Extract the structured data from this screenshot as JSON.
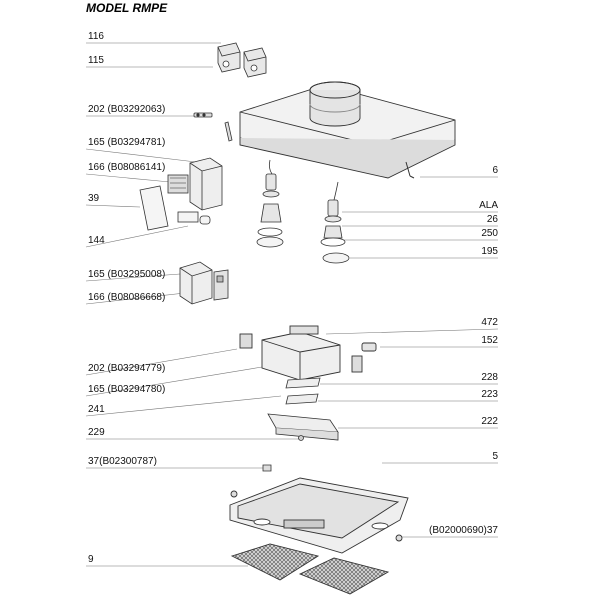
{
  "title": "MODEL RMPE",
  "callouts": {
    "c116": "116",
    "c115": "115",
    "c202a": "202 (B03292063)",
    "c165a": "165 (B03294781)",
    "c166a": "166 (B08086141)",
    "c39": "39",
    "c144": "144",
    "c165b": "165 (B03295008)",
    "c166b": "166 (B08086668)",
    "c202b": "202 (B03294779)",
    "c165c": "165 (B03294780)",
    "c241": "241",
    "c229": "229",
    "c37a": "37(B02300787)",
    "c9": "9",
    "c6": "6",
    "cALA": "ALA",
    "c26": "26",
    "c250": "250",
    "c195": "195",
    "c472": "472",
    "c152": "152",
    "c228": "228",
    "c223": "223",
    "c222": "222",
    "c5": "5",
    "c37b": "(B02000690)37"
  }
}
